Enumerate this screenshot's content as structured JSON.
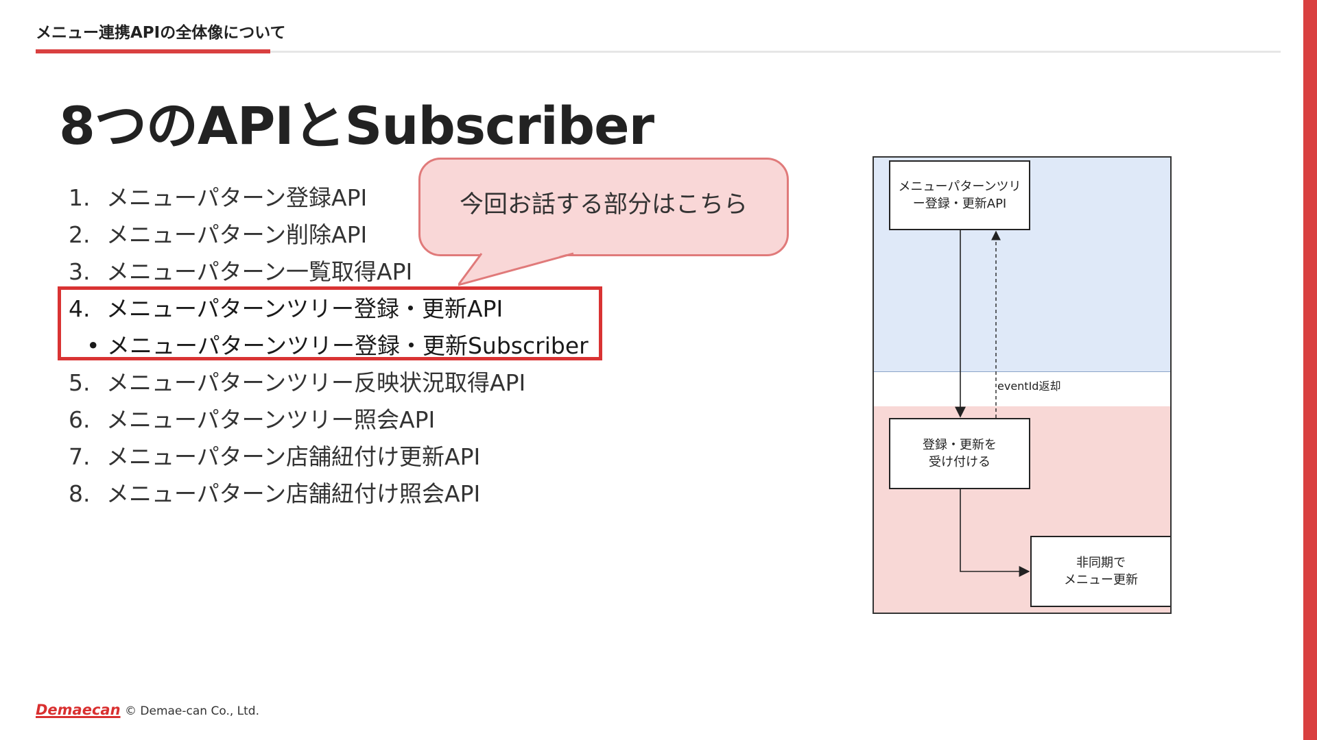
{
  "header": {
    "section_title": "メニュー連携APIの全体像について",
    "accent_color": "#d94040"
  },
  "slide": {
    "title": "8つのAPIとSubscriber"
  },
  "api_list": [
    {
      "num": "1.",
      "label": "メニューパターン登録API"
    },
    {
      "num": "2.",
      "label": "メニューパターン削除API"
    },
    {
      "num": "3.",
      "label": "メニューパターン一覧取得API"
    },
    {
      "num": "4.",
      "label": "メニューパターンツリー登録・更新API"
    },
    {
      "num": "5.",
      "label": "メニューパターンツリー反映状況取得API"
    },
    {
      "num": "6.",
      "label": "メニューパターンツリー照会API"
    },
    {
      "num": "7.",
      "label": "メニューパターン店舗紐付け更新API"
    },
    {
      "num": "8.",
      "label": "メニューパターン店舗紐付け照会API"
    }
  ],
  "sub_item": {
    "bullet": "•",
    "label": "メニューパターンツリー登録・更新Subscriber"
  },
  "callout": {
    "text": "今回お話する部分はこちら",
    "fill_color": "#f9d7d7",
    "border_color": "#e07a7a"
  },
  "diagram": {
    "nodes": {
      "tree_api_line1": "メニューパターンツリ",
      "tree_api_line2": "ー登録・更新API",
      "accept_line1": "登録・更新を",
      "accept_line2": "受け付ける",
      "async_line1": "非同期で",
      "async_line2": "メニュー更新"
    },
    "edge_label": "eventId返却",
    "zone_colors": {
      "blue": "#dfe9f8",
      "pink": "#f8d8d6"
    }
  },
  "footer": {
    "logo": "Demaecan",
    "copyright": "© Demae-can Co., Ltd."
  }
}
